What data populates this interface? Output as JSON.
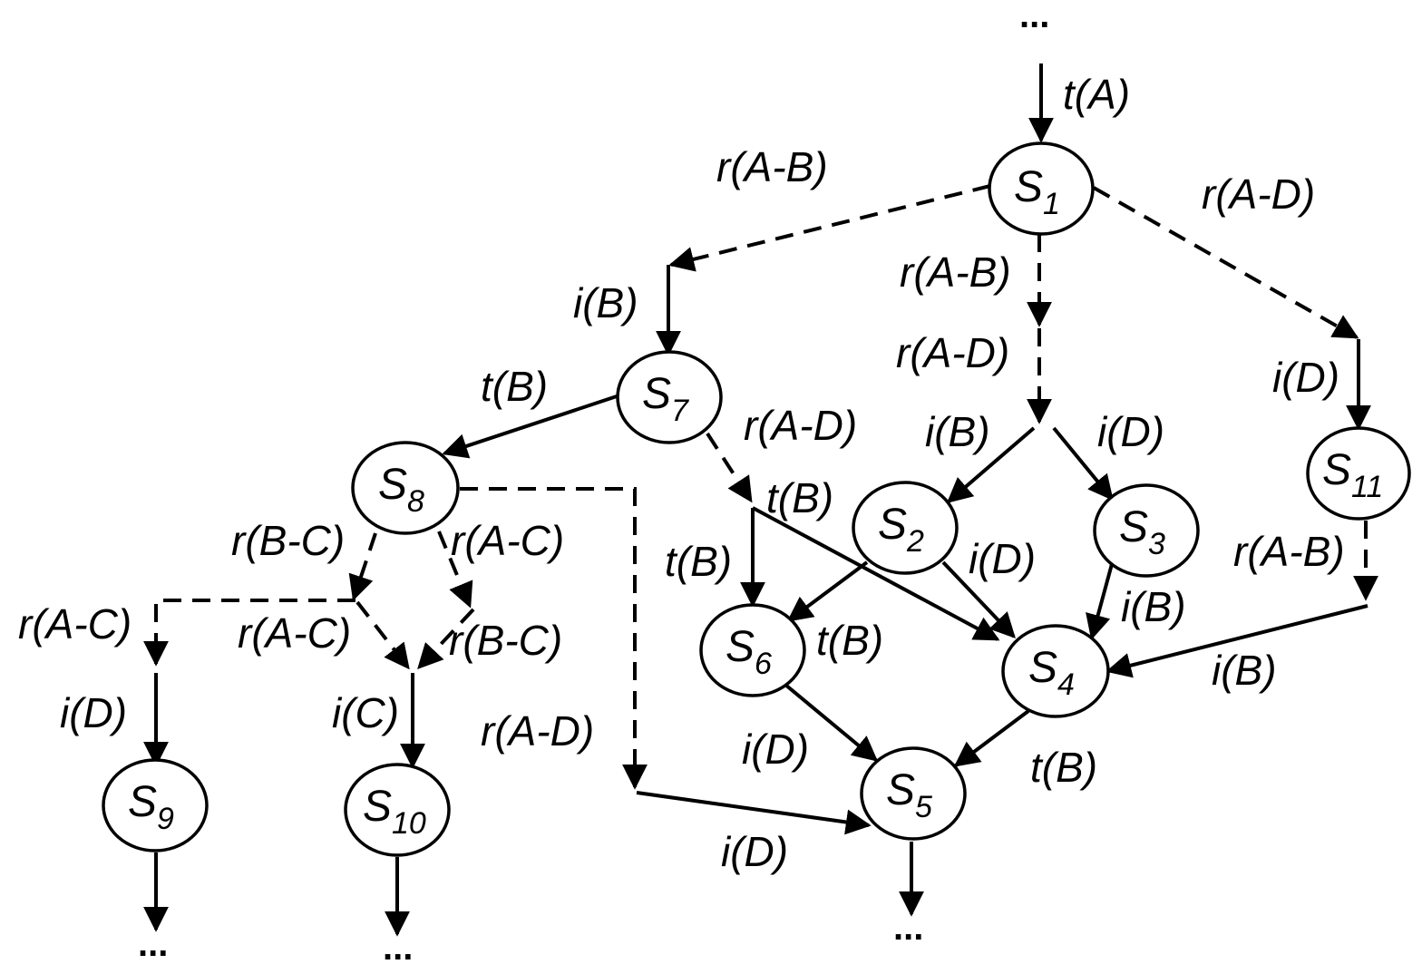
{
  "states": {
    "s1": {
      "prefix": "S",
      "sub": "1"
    },
    "s2": {
      "prefix": "S",
      "sub": "2"
    },
    "s3": {
      "prefix": "S",
      "sub": "3"
    },
    "s4": {
      "prefix": "S",
      "sub": "4"
    },
    "s5": {
      "prefix": "S",
      "sub": "5"
    },
    "s6": {
      "prefix": "S",
      "sub": "6"
    },
    "s7": {
      "prefix": "S",
      "sub": "7"
    },
    "s8": {
      "prefix": "S",
      "sub": "8"
    },
    "s9": {
      "prefix": "S",
      "sub": "9"
    },
    "s10": {
      "prefix": "S",
      "sub": "10"
    },
    "s11": {
      "prefix": "S",
      "sub": "11"
    }
  },
  "continuation": "...",
  "labels": {
    "t_a_top": "t(A)",
    "r_ab_left": "r(A-B)",
    "r_ad_right": "r(A-D)",
    "r_ab_mid": "r(A-B)",
    "r_ad_mid": "r(A-D)",
    "i_b_to_s7": "i(B)",
    "i_d_to_s11": "i(D)",
    "t_b_s7_s8": "t(B)",
    "r_ad_s7": "r(A-D)",
    "i_b_to_s2": "i(B)",
    "i_d_to_s3": "i(D)",
    "t_b_center": "t(B)",
    "t_b_to_s6": "t(B)",
    "i_d_s2_s4": "i(D)",
    "r_ab_s11": "r(A-B)",
    "i_b_s3_s4": "i(B)",
    "t_b_s6": "t(B)",
    "i_b_s11_s4": "i(B)",
    "r_bc_s8": "r(B-C)",
    "r_ac_s8": "r(A-C)",
    "r_ac_left": "r(A-C)",
    "r_ac_inner": "r(A-C)",
    "r_bc_inner": "r(B-C)",
    "i_d_to_s9": "i(D)",
    "i_c_to_s10": "i(C)",
    "r_ad_s8": "r(A-D)",
    "i_d_s6_s5": "i(D)",
    "t_b_s4_s5": "t(B)",
    "i_d_bottom": "i(D)"
  }
}
